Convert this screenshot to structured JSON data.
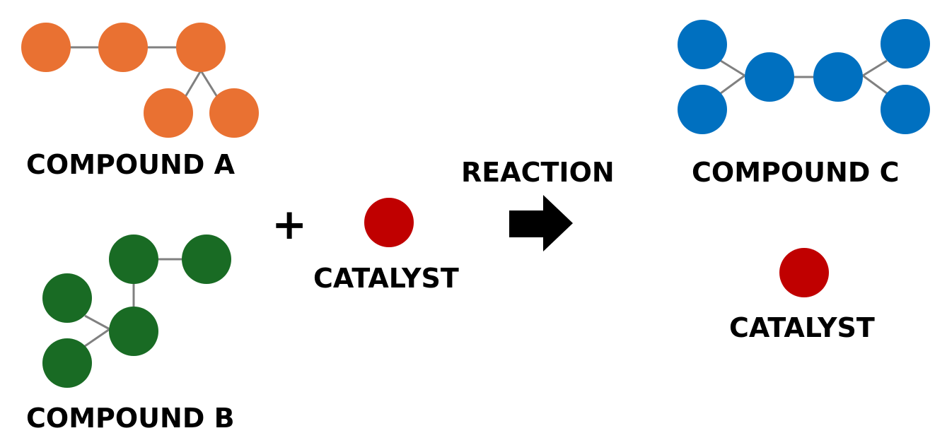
{
  "labels": {
    "compound_a": "COMPOUND A",
    "compound_b": "COMPOUND B",
    "compound_c": "COMPOUND C",
    "catalyst_reactant": "CATALYST",
    "catalyst_product": "CATALYST",
    "reaction": "REACTION",
    "plus": "+"
  },
  "colors": {
    "compound_a": "#E97132",
    "compound_b": "#196B24",
    "compound_c": "#0070C0",
    "catalyst": "#C00000",
    "bond": "#808080",
    "arrow": "#000000"
  },
  "icons": {
    "reaction_arrow": "right-arrow-icon",
    "plus": "plus-icon"
  }
}
